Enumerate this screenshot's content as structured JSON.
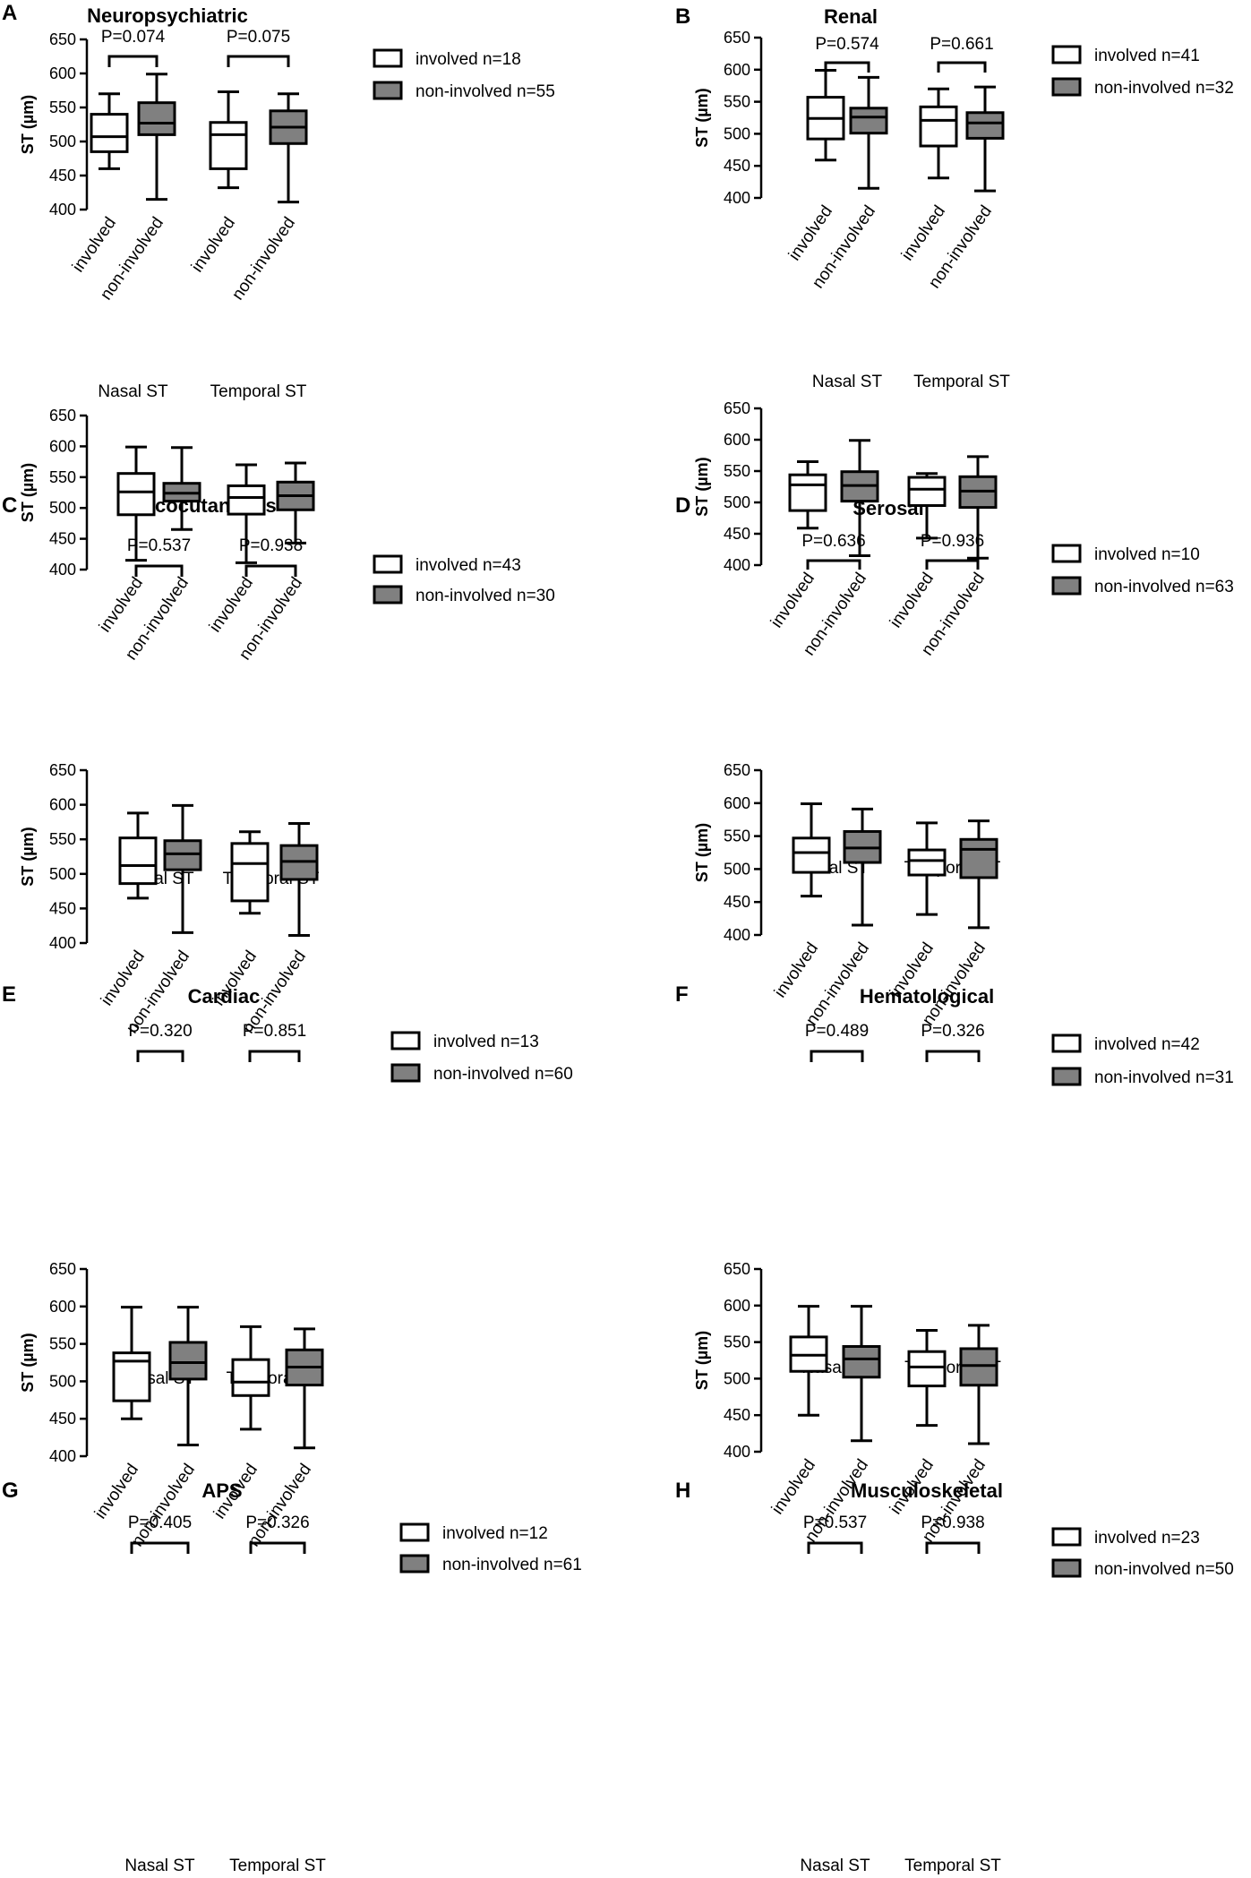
{
  "colors": {
    "involved": "#ffffff",
    "non_involved": "#808080",
    "stroke": "#000000"
  },
  "chart_data": [
    {
      "type": "box",
      "letter": "A",
      "title": "Neuropsychiatric",
      "ylabel": "ST (µm)",
      "ylim": [
        400,
        650
      ],
      "yticks": [
        "400",
        "450",
        "500",
        "550",
        "600",
        "650"
      ],
      "categories": [
        "involved",
        "non-involved",
        "involved",
        "non-involved"
      ],
      "groups": [
        "Nasal ST",
        "Temporal ST"
      ],
      "pvalues": [
        "P=0.074",
        "P=0.075"
      ],
      "legend": [
        "involved n=18",
        "non-involved n=55"
      ],
      "boxes": [
        {
          "min": 460,
          "q1": 485,
          "median": 507,
          "q3": 540,
          "max": 570
        },
        {
          "min": 415,
          "q1": 510,
          "median": 527,
          "q3": 557,
          "max": 599
        },
        {
          "min": 432,
          "q1": 460,
          "median": 510,
          "q3": 528,
          "max": 573
        },
        {
          "min": 411,
          "q1": 497,
          "median": 521,
          "q3": 545,
          "max": 570
        }
      ]
    },
    {
      "type": "box",
      "letter": "B",
      "title": "Renal",
      "ylabel": "ST (µm)",
      "ylim": [
        400,
        650
      ],
      "yticks": [
        "400",
        "450",
        "500",
        "550",
        "600",
        "650"
      ],
      "categories": [
        "involved",
        "non-involved",
        "involved",
        "non-involved"
      ],
      "groups": [
        "Nasal ST",
        "Temporal ST"
      ],
      "pvalues": [
        "P=0.574",
        "P=0.661"
      ],
      "legend": [
        "involved n=41",
        "non-involved n=32"
      ],
      "boxes": [
        {
          "min": 459,
          "q1": 492,
          "median": 524,
          "q3": 557,
          "max": 599
        },
        {
          "min": 415,
          "q1": 501,
          "median": 526,
          "q3": 540,
          "max": 588
        },
        {
          "min": 431,
          "q1": 481,
          "median": 521,
          "q3": 542,
          "max": 570
        },
        {
          "min": 411,
          "q1": 493,
          "median": 517,
          "q3": 533,
          "max": 573
        }
      ]
    },
    {
      "type": "box",
      "letter": "C",
      "title": "Mucocutaneous",
      "ylabel": "ST (µm)",
      "ylim": [
        400,
        650
      ],
      "yticks": [
        "400",
        "450",
        "500",
        "550",
        "600",
        "650"
      ],
      "categories": [
        "involved",
        "non-involved",
        "involved",
        "non-involved"
      ],
      "groups": [
        "Nasal ST",
        "Temporal ST"
      ],
      "pvalues": [
        "P=0.537",
        "P=0.938"
      ],
      "legend": [
        "involved n=43",
        "non-involved n=30"
      ],
      "boxes": [
        {
          "min": 415,
          "q1": 489,
          "median": 526,
          "q3": 556,
          "max": 599
        },
        {
          "min": 465,
          "q1": 511,
          "median": 524,
          "q3": 540,
          "max": 598
        },
        {
          "min": 411,
          "q1": 490,
          "median": 517,
          "q3": 536,
          "max": 570
        },
        {
          "min": 443,
          "q1": 497,
          "median": 520,
          "q3": 542,
          "max": 573
        }
      ]
    },
    {
      "type": "box",
      "letter": "D",
      "title": "Serosal",
      "ylabel": "ST (µm)",
      "ylim": [
        400,
        650
      ],
      "yticks": [
        "400",
        "450",
        "500",
        "550",
        "600",
        "650"
      ],
      "categories": [
        "involved",
        "non-involved",
        "involved",
        "non-involved"
      ],
      "groups": [
        "Nasal ST",
        "Temporal ST"
      ],
      "pvalues": [
        "P=0.636",
        "P=0.936"
      ],
      "legend": [
        "involved n=10",
        "non-involved n=63"
      ],
      "boxes": [
        {
          "min": 459,
          "q1": 487,
          "median": 528,
          "q3": 544,
          "max": 565
        },
        {
          "min": 415,
          "q1": 502,
          "median": 527,
          "q3": 549,
          "max": 599
        },
        {
          "min": 443,
          "q1": 495,
          "median": 521,
          "q3": 540,
          "max": 546
        },
        {
          "min": 411,
          "q1": 492,
          "median": 518,
          "q3": 541,
          "max": 573
        }
      ]
    },
    {
      "type": "box",
      "letter": "E",
      "title": "Cardiac",
      "ylabel": "ST (µm)",
      "ylim": [
        400,
        650
      ],
      "yticks": [
        "400",
        "450",
        "500",
        "550",
        "600",
        "650"
      ],
      "categories": [
        "involved",
        "non-involved",
        "involved",
        "non-involved"
      ],
      "groups": [
        "Nasal ST",
        "Temporal ST"
      ],
      "pvalues": [
        "P=0.320",
        "P=0.851"
      ],
      "legend": [
        "involved n=13",
        "non-involved n=60"
      ],
      "boxes": [
        {
          "min": 465,
          "q1": 486,
          "median": 512,
          "q3": 552,
          "max": 588
        },
        {
          "min": 415,
          "q1": 506,
          "median": 529,
          "q3": 548,
          "max": 599
        },
        {
          "min": 443,
          "q1": 461,
          "median": 515,
          "q3": 544,
          "max": 561
        },
        {
          "min": 411,
          "q1": 492,
          "median": 518,
          "q3": 541,
          "max": 573
        }
      ]
    },
    {
      "type": "box",
      "letter": "F",
      "title": "Hematological",
      "ylabel": "ST (µm)",
      "ylim": [
        400,
        650
      ],
      "yticks": [
        "400",
        "450",
        "500",
        "550",
        "600",
        "650"
      ],
      "categories": [
        "involved",
        "non-involved",
        "involved",
        "non-involved"
      ],
      "groups": [
        "Nasal ST",
        "Temporal ST"
      ],
      "pvalues": [
        "P=0.489",
        "P=0.326"
      ],
      "legend": [
        "involved n=42",
        "non-involved n=31"
      ],
      "boxes": [
        {
          "min": 459,
          "q1": 495,
          "median": 525,
          "q3": 547,
          "max": 599
        },
        {
          "min": 415,
          "q1": 510,
          "median": 532,
          "q3": 557,
          "max": 591
        },
        {
          "min": 431,
          "q1": 491,
          "median": 513,
          "q3": 529,
          "max": 570
        },
        {
          "min": 411,
          "q1": 487,
          "median": 530,
          "q3": 545,
          "max": 573
        }
      ]
    },
    {
      "type": "box",
      "letter": "G",
      "title": "APS",
      "ylabel": "ST (µm)",
      "ylim": [
        400,
        650
      ],
      "yticks": [
        "400",
        "450",
        "500",
        "550",
        "600",
        "650"
      ],
      "categories": [
        "involved",
        "non-involved",
        "involved",
        "non-involved"
      ],
      "groups": [
        "Nasal ST",
        "Temporal ST"
      ],
      "pvalues": [
        "P=0.405",
        "P=0.326"
      ],
      "legend": [
        "involved n=12",
        "non-involved n=61"
      ],
      "boxes": [
        {
          "min": 450,
          "q1": 474,
          "median": 527,
          "q3": 538,
          "max": 599
        },
        {
          "min": 415,
          "q1": 503,
          "median": 525,
          "q3": 552,
          "max": 599
        },
        {
          "min": 436,
          "q1": 481,
          "median": 499,
          "q3": 529,
          "max": 573
        },
        {
          "min": 411,
          "q1": 495,
          "median": 519,
          "q3": 542,
          "max": 570
        }
      ]
    },
    {
      "type": "box",
      "letter": "H",
      "title": "Musculoskeletal",
      "ylabel": "ST (µm)",
      "ylim": [
        400,
        650
      ],
      "yticks": [
        "400",
        "450",
        "500",
        "550",
        "600",
        "650"
      ],
      "categories": [
        "involved",
        "non-involved",
        "involved",
        "non-involved"
      ],
      "groups": [
        "Nasal ST",
        "Temporal ST"
      ],
      "pvalues": [
        "P=0.537",
        "P=0.938"
      ],
      "legend": [
        "involved n=23",
        "non-involved n=50"
      ],
      "boxes": [
        {
          "min": 450,
          "q1": 510,
          "median": 532,
          "q3": 557,
          "max": 599
        },
        {
          "min": 415,
          "q1": 502,
          "median": 527,
          "q3": 544,
          "max": 599
        },
        {
          "min": 436,
          "q1": 490,
          "median": 516,
          "q3": 537,
          "max": 566
        },
        {
          "min": 411,
          "q1": 491,
          "median": 518,
          "q3": 541,
          "max": 573
        }
      ]
    }
  ]
}
